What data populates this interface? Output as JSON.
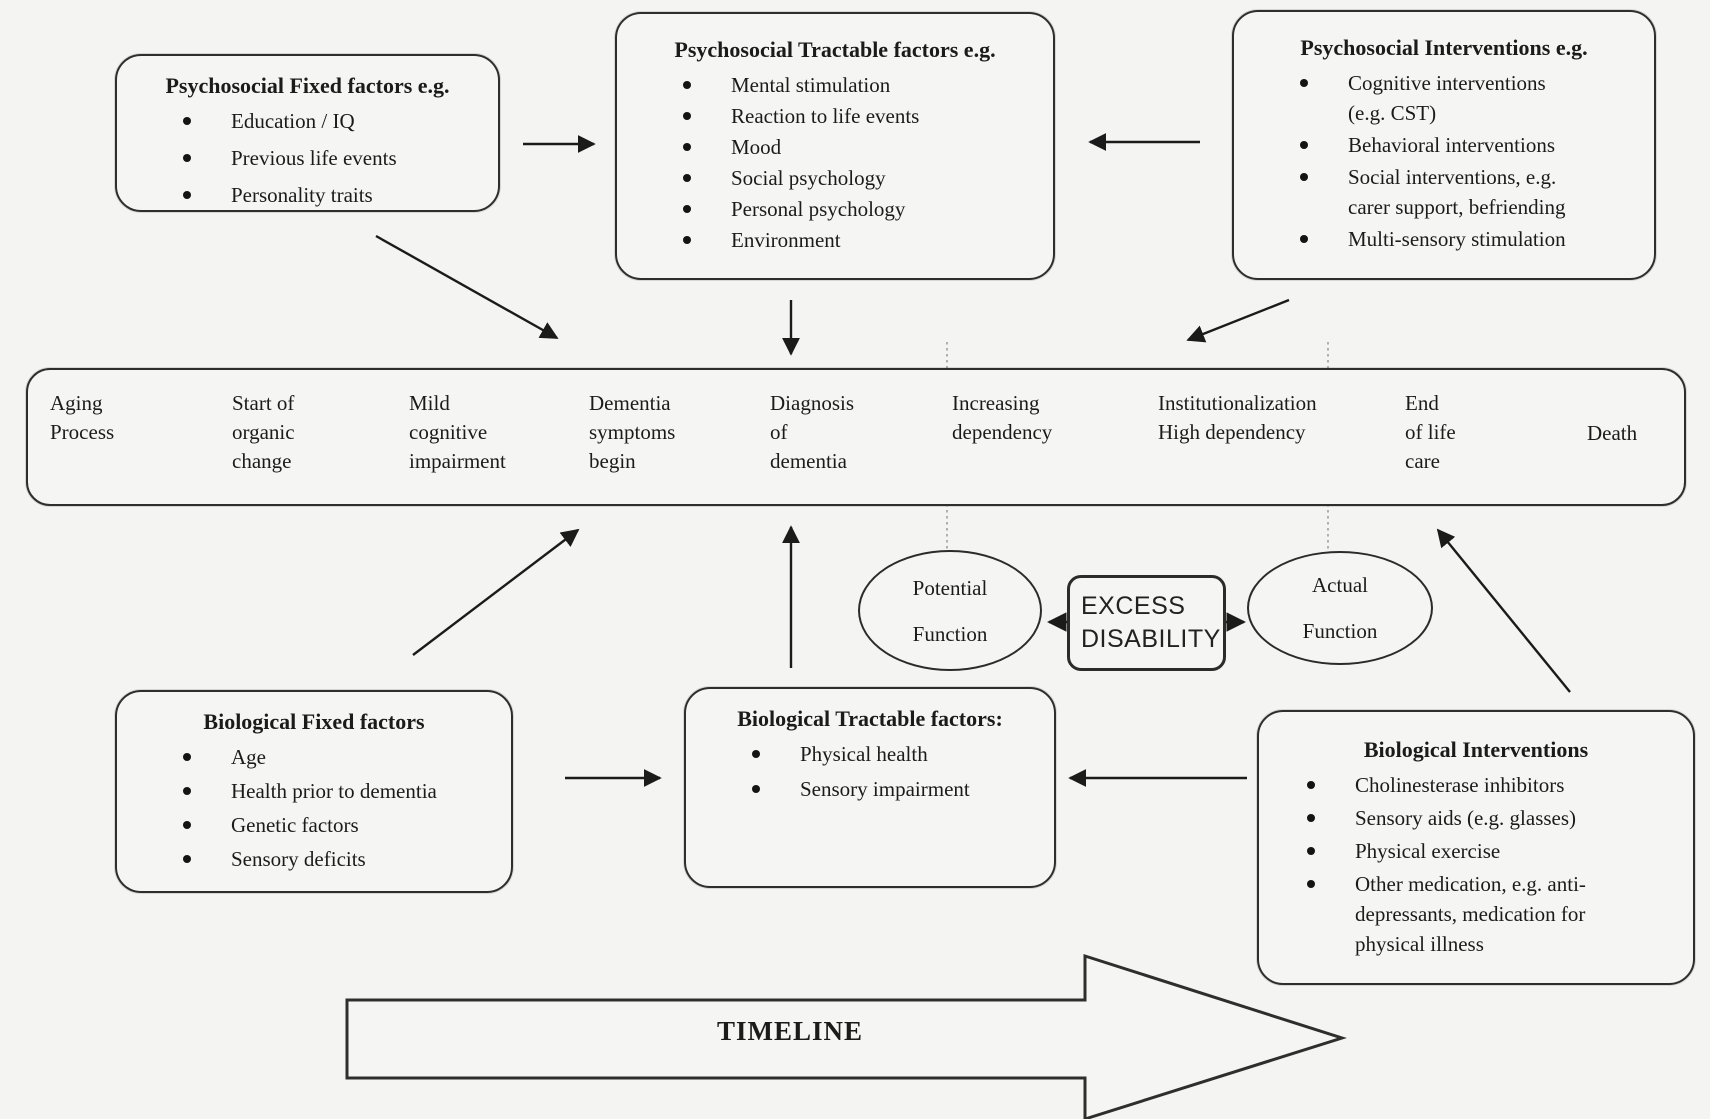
{
  "boxes": {
    "psychosocial_fixed": {
      "title": "Psychosocial Fixed factors e.g.",
      "items": [
        "Education / IQ",
        "Previous life events",
        "Personality traits"
      ]
    },
    "psychosocial_tractable": {
      "title": "Psychosocial Tractable factors e.g.",
      "items": [
        "Mental stimulation",
        "Reaction to life events",
        "Mood",
        "Social psychology",
        "Personal psychology",
        "Environment"
      ]
    },
    "psychosocial_interventions": {
      "title": "Psychosocial Interventions e.g.",
      "items": [
        "Cognitive interventions\n(e.g. CST)",
        "Behavioral interventions",
        "Social interventions, e.g.\ncarer support, befriending",
        "Multi-sensory stimulation"
      ]
    },
    "biological_fixed": {
      "title": "Biological Fixed factors",
      "items": [
        "Age",
        "Health prior to dementia",
        "Genetic factors",
        "Sensory deficits"
      ]
    },
    "biological_tractable": {
      "title": "Biological Tractable factors:",
      "items": [
        "Physical health",
        "Sensory impairment"
      ]
    },
    "biological_interventions": {
      "title": "Biological Interventions",
      "items": [
        "Cholinesterase inhibitors",
        "Sensory aids (e.g. glasses)",
        "Physical exercise",
        "Other medication, e.g. anti-\ndepressants, medication for\nphysical illness"
      ]
    }
  },
  "timeline": {
    "stages": [
      "Aging\nProcess",
      "Start of\norganic\nchange",
      "Mild\ncognitive\nimpairment",
      "Dementia\nsymptoms\nbegin",
      "Diagnosis\nof\ndementia",
      "Increasing\ndependency",
      "Institutionalization\nHigh dependency",
      "End\nof life\ncare",
      "Death"
    ]
  },
  "function_ellipses": {
    "potential": "Potential\nFunction",
    "actual": "Actual\nFunction"
  },
  "excess_disability_label": "EXCESS\nDISABILITY",
  "timeline_arrow_label": "TIMELINE",
  "colors": {
    "background": "#f4f4f2",
    "line": "#2e2e2e",
    "dotted_guide": "#a0a0a0",
    "text": "#1b1b1b"
  }
}
